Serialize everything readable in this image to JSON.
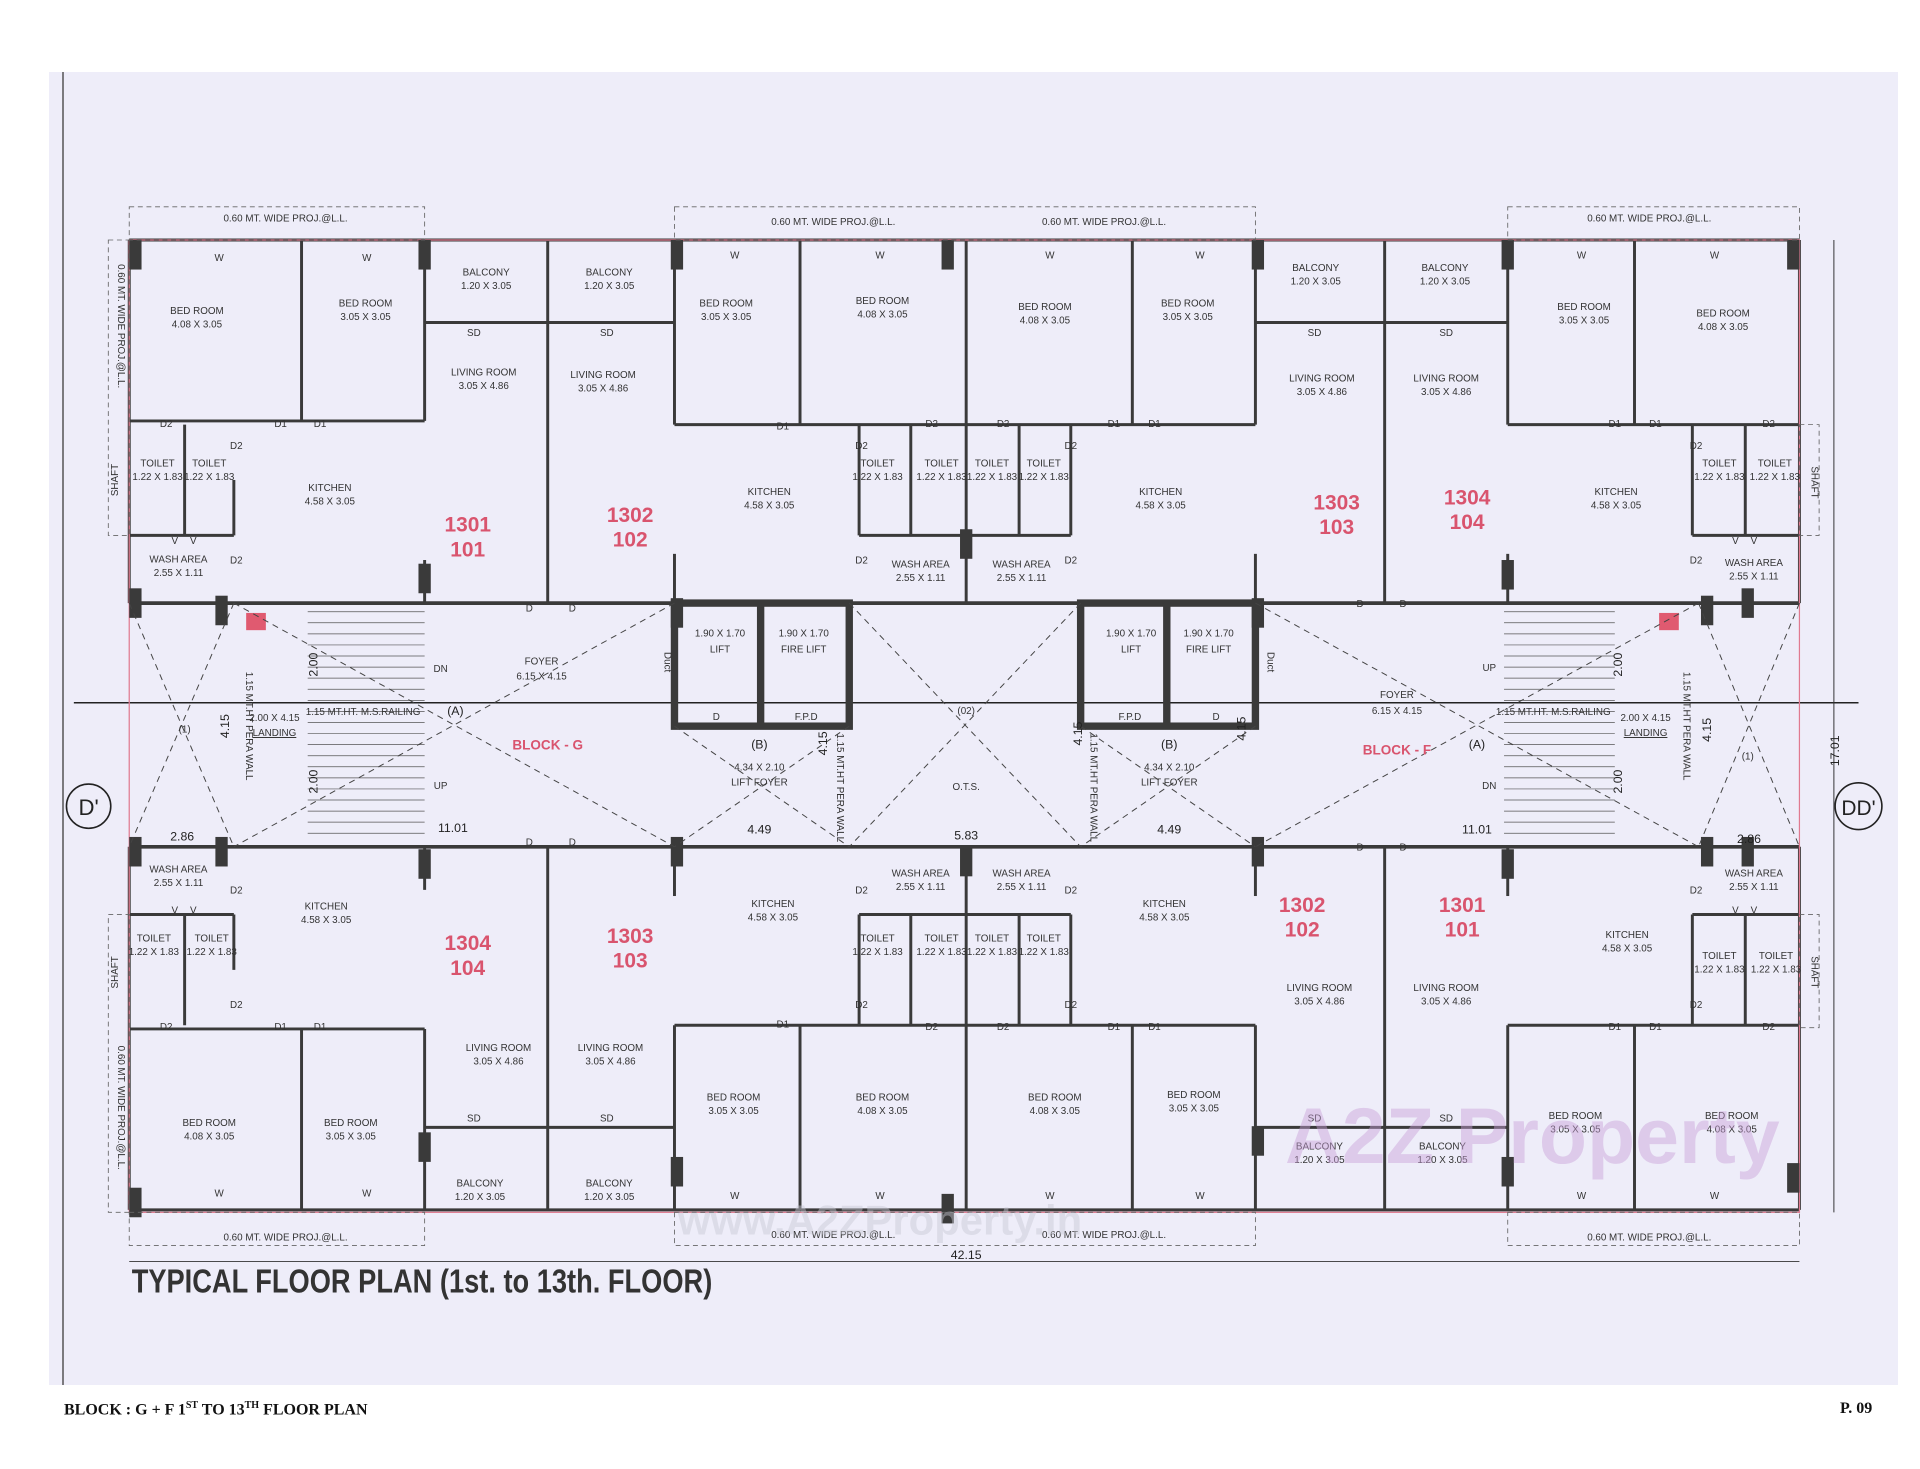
{
  "title": "TYPICAL FLOOR PLAN (1st. to 13th. FLOOR)",
  "footer": {
    "left_prefix": "BLOCK : G + F 1",
    "sup1": "ST",
    "mid": " TO 13",
    "sup2": "TH",
    "left_suffix": " FLOOR PLAN",
    "page": "P. 09"
  },
  "projection_label": "0.60 MT. WIDE PROJ.@L.L.",
  "shaft_label": "SHAFT",
  "pera_wall_label": "1.15 MT.HT PERA WALL",
  "door_labels": {
    "window": "W",
    "sliding": "SD",
    "d1": "D1",
    "d2": "D2",
    "door": "D",
    "vent": "V"
  },
  "units_top": [
    {
      "no": "1301",
      "sub": "101"
    },
    {
      "no": "1302",
      "sub": "102"
    },
    {
      "no": "1303",
      "sub": "103"
    },
    {
      "no": "1304",
      "sub": "104"
    }
  ],
  "units_bottom": [
    {
      "no": "1304",
      "sub": "104"
    },
    {
      "no": "1303",
      "sub": "103"
    },
    {
      "no": "1302",
      "sub": "102"
    },
    {
      "no": "1301",
      "sub": "101"
    }
  ],
  "rooms": [
    {
      "n": "BED ROOM",
      "s": "4.08 X 3.05"
    },
    {
      "n": "BED ROOM",
      "s": "3.05 X 3.05"
    },
    {
      "n": "BALCONY",
      "s": "1.20 X 3.05"
    },
    {
      "n": "LIVING ROOM",
      "s": "3.05 X 4.86"
    },
    {
      "n": "TOILET",
      "s": "1.22 X 1.83"
    },
    {
      "n": "TOILET",
      "s": "1.22 X 1.83"
    },
    {
      "n": "KITCHEN",
      "s": "4.58 X 3.05"
    },
    {
      "n": "WASH AREA",
      "s": "2.55 X 1.11"
    },
    {
      "n": "BALCONY",
      "s": "1.20 X 3.05"
    },
    {
      "n": "LIVING ROOM",
      "s": "3.05 X 4.86"
    },
    {
      "n": "BED ROOM",
      "s": "3.05 X 3.05"
    },
    {
      "n": "BED ROOM",
      "s": "4.08 X 3.05"
    },
    {
      "n": "KITCHEN",
      "s": "4.58 X 3.05"
    },
    {
      "n": "TOILET",
      "s": "1.22 X 1.83"
    },
    {
      "n": "TOILET",
      "s": "1.22 X 1.83"
    },
    {
      "n": "WASH AREA",
      "s": "2.55 X 1.11"
    },
    {
      "n": "WASH AREA",
      "s": "2.55 X 1.11"
    },
    {
      "n": "TOILET",
      "s": "1.22 X 1.83"
    },
    {
      "n": "TOILET",
      "s": "1.22 X 1.83"
    },
    {
      "n": "BED ROOM",
      "s": "4.08 X 3.05"
    },
    {
      "n": "BED ROOM",
      "s": "3.05 X 3.05"
    },
    {
      "n": "KITCHEN",
      "s": "4.58 X 3.05"
    },
    {
      "n": "BALCONY",
      "s": "1.20 X 3.05"
    },
    {
      "n": "LIVING ROOM",
      "s": "3.05 X 4.86"
    },
    {
      "n": "BALCONY",
      "s": "1.20 X 3.05"
    },
    {
      "n": "LIVING ROOM",
      "s": "3.05 X 4.86"
    },
    {
      "n": "BED ROOM",
      "s": "3.05 X 3.05"
    },
    {
      "n": "BED ROOM",
      "s": "4.08 X 3.05"
    },
    {
      "n": "KITCHEN",
      "s": "4.58 X 3.05"
    },
    {
      "n": "TOILET",
      "s": "1.22 X 1.83"
    },
    {
      "n": "TOILET",
      "s": "1.22 X 1.83"
    },
    {
      "n": "WASH AREA",
      "s": "2.55 X 1.11"
    },
    {
      "n": "WASH AREA",
      "s": "2.55 X 1.11"
    },
    {
      "n": "KITCHEN",
      "s": "4.58 X 3.05"
    },
    {
      "n": "TOILET",
      "s": "1.22 X 1.83"
    },
    {
      "n": "TOILET",
      "s": "1.22 X 1.83"
    },
    {
      "n": "LIVING ROOM",
      "s": "3.05 X 4.86"
    },
    {
      "n": "BED ROOM",
      "s": "4.08 X 3.05"
    },
    {
      "n": "BED ROOM",
      "s": "3.05 X 3.05"
    },
    {
      "n": "BALCONY",
      "s": "1.20 X 3.05"
    },
    {
      "n": "LIVING ROOM",
      "s": "3.05 X 4.86"
    },
    {
      "n": "BALCONY",
      "s": "1.20 X 3.05"
    },
    {
      "n": "KITCHEN",
      "s": "4.58 X 3.05"
    },
    {
      "n": "BED ROOM",
      "s": "3.05 X 3.05"
    },
    {
      "n": "BED ROOM",
      "s": "4.08 X 3.05"
    },
    {
      "n": "TOILET",
      "s": "1.22 X 1.83"
    },
    {
      "n": "TOILET",
      "s": "1.22 X 1.83"
    },
    {
      "n": "WASH AREA",
      "s": "2.55 X 1.11"
    },
    {
      "n": "WASH AREA",
      "s": "2.55 X 1.11"
    },
    {
      "n": "TOILET",
      "s": "1.22 X 1.83"
    },
    {
      "n": "TOILET",
      "s": "1.22 X 1.83"
    },
    {
      "n": "KITCHEN",
      "s": "4.58 X 3.05"
    },
    {
      "n": "BED ROOM",
      "s": "4.08 X 3.05"
    },
    {
      "n": "BED ROOM",
      "s": "3.05 X 3.05"
    },
    {
      "n": "LIVING ROOM",
      "s": "3.05 X 4.86"
    },
    {
      "n": "BALCONY",
      "s": "1.20 X 3.05"
    },
    {
      "n": "LIVING ROOM",
      "s": "3.05 X 4.86"
    },
    {
      "n": "BALCONY",
      "s": "1.20 X 3.05"
    },
    {
      "n": "KITCHEN",
      "s": "4.58 X 3.05"
    },
    {
      "n": "TOILET",
      "s": "1.22 X 1.83"
    },
    {
      "n": "TOILET",
      "s": "1.22 X 1.83"
    },
    {
      "n": "BED ROOM",
      "s": "3.05 X 3.05"
    },
    {
      "n": "BED ROOM",
      "s": "4.08 X 3.05"
    },
    {
      "n": "WASH AREA",
      "s": "2.55 X 1.11"
    }
  ],
  "core": {
    "lift": {
      "n": "LIFT",
      "s": "1.90 X 1.70"
    },
    "fire_lift": {
      "n": "FIRE LIFT",
      "s": "1.90 X 1.70"
    },
    "duct": "Duct",
    "fpd": "F.P.D",
    "lift_foyer": {
      "tag": "(B)",
      "s": "4.34 X 2.10",
      "n": "LIFT FOYER"
    },
    "foyer": {
      "tag": "(A)",
      "n": "FOYER",
      "s": "6.15 X 4.15"
    },
    "landing": {
      "s": "2.00 X 4.15",
      "n": "LANDING"
    },
    "railing": "1.15 MT.HT. M.S.RAILING",
    "stair_box": "(1)",
    "ots": {
      "tag": "(02)",
      "n": "O.T.S."
    },
    "dn": "DN",
    "up": "UP",
    "block_g": "BLOCK - G",
    "block_f": "BLOCK - F"
  },
  "dimensions": {
    "d286": "2.86",
    "d1101": "11.01",
    "d449": "4.49",
    "d583": "5.83",
    "d415": "4.15",
    "d200": "2.00",
    "d1701": "17.01",
    "d4215": "42.15"
  },
  "grid_markers": {
    "left": "D'",
    "right": "DD'"
  },
  "watermark": {
    "logo": "A2Z Property",
    "url": "www.A2ZProperty.in"
  },
  "colors": {
    "paper": "#eeedf9",
    "wall": "#3a3a3a",
    "unit_label": "#d9546e",
    "outline": "#e07a90"
  }
}
